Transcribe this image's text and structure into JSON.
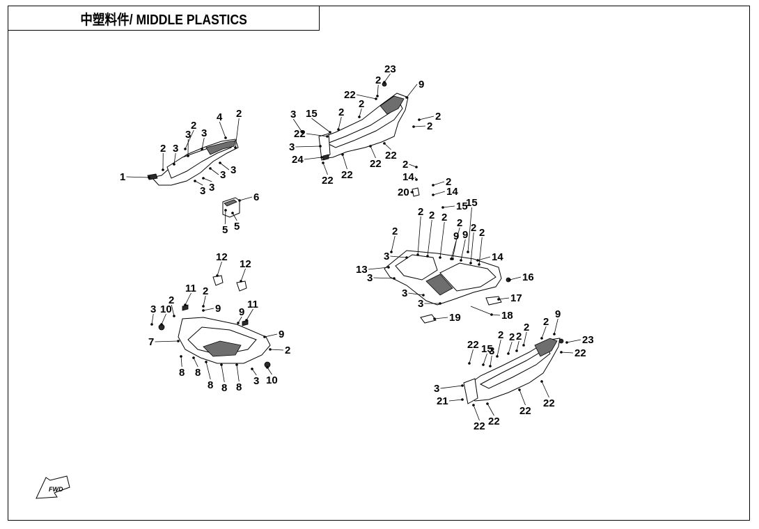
{
  "title": "中塑料件/ MIDDLE PLASTICS",
  "fwd_label": "FWD",
  "callouts": {
    "g1": [
      "1",
      "2",
      "3",
      "2",
      "3",
      "3",
      "4",
      "2",
      "3",
      "3",
      "3",
      "3",
      "5",
      "5",
      "6"
    ],
    "g2": [
      "23",
      "2",
      "9",
      "22",
      "2",
      "2",
      "3",
      "15",
      "2",
      "22",
      "2",
      "3",
      "22",
      "22",
      "24",
      "22",
      "22"
    ],
    "g3": [
      "2",
      "14",
      "20",
      "2",
      "14",
      "15",
      "15",
      "2",
      "2",
      "2",
      "2",
      "2",
      "9",
      "9",
      "2",
      "2",
      "3",
      "13",
      "3",
      "14",
      "16",
      "3",
      "3",
      "17",
      "19",
      "18"
    ],
    "g4": [
      "12",
      "12",
      "11",
      "2",
      "3",
      "10",
      "2",
      "9",
      "9",
      "11",
      "7",
      "9",
      "2",
      "8",
      "8",
      "8",
      "8",
      "8",
      "3",
      "10"
    ],
    "g5": [
      "9",
      "2",
      "2",
      "2",
      "2",
      "2",
      "23",
      "22",
      "15",
      "3",
      "22",
      "3",
      "21",
      "22",
      "22",
      "22",
      "22"
    ]
  }
}
